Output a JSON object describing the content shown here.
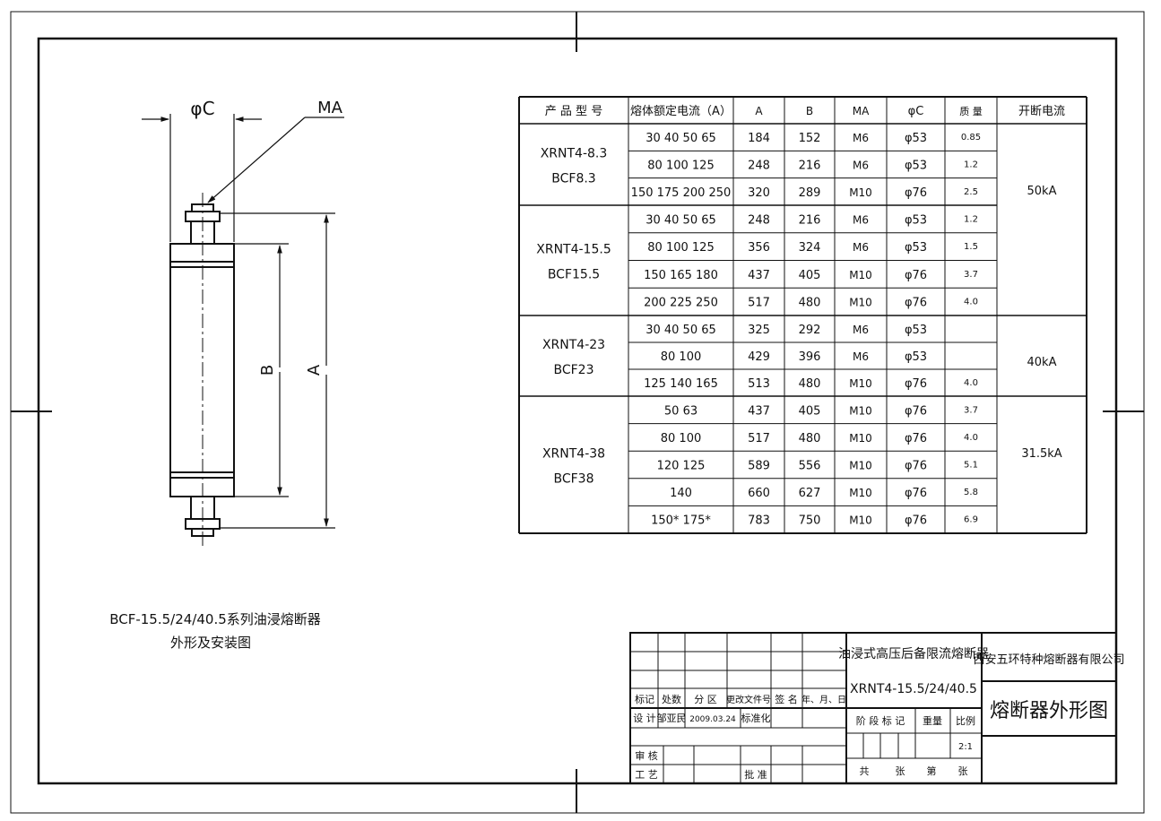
{
  "drawing": {
    "dim_phi_c": "φC",
    "dim_ma": "MA",
    "dim_b": "B",
    "dim_a": "A",
    "caption_line1": "BCF-15.5/24/40.5系列油浸熔断器",
    "caption_line2": "外形及安装图"
  },
  "spec_table": {
    "headers": [
      "产 品 型 号",
      "熔体额定电流（A）",
      "A",
      "B",
      "MA",
      "φC",
      "质 量",
      "开断电流"
    ],
    "groups": [
      {
        "model": [
          "XRNT4-8.3",
          "BCF8.3"
        ],
        "breaking": "50kA",
        "rows": [
          {
            "current": "30 40 50 65",
            "a": "184",
            "b": "152",
            "ma": "M6",
            "c": "φ53",
            "mass": "0.85"
          },
          {
            "current": "80 100 125",
            "a": "248",
            "b": "216",
            "ma": "M6",
            "c": "φ53",
            "mass": "1.2"
          },
          {
            "current": "150 175 200 250",
            "a": "320",
            "b": "289",
            "ma": "M10",
            "c": "φ76",
            "mass": "2.5"
          }
        ]
      },
      {
        "model": [
          "XRNT4-15.5",
          "BCF15.5"
        ],
        "breaking": "",
        "rows": [
          {
            "current": "30 40 50 65",
            "a": "248",
            "b": "216",
            "ma": "M6",
            "c": "φ53",
            "mass": "1.2"
          },
          {
            "current": "80 100 125",
            "a": "356",
            "b": "324",
            "ma": "M6",
            "c": "φ53",
            "mass": "1.5"
          },
          {
            "current": "150 165 180",
            "a": "437",
            "b": "405",
            "ma": "M10",
            "c": "φ76",
            "mass": "3.7"
          },
          {
            "current": "200 225 250",
            "a": "517",
            "b": "480",
            "ma": "M10",
            "c": "φ76",
            "mass": "4.0"
          }
        ]
      },
      {
        "model": [
          "XRNT4-23",
          "BCF23"
        ],
        "breaking": "40kA",
        "rows": [
          {
            "current": "30 40 50 65",
            "a": "325",
            "b": "292",
            "ma": "M6",
            "c": "φ53",
            "mass": ""
          },
          {
            "current": "80 100",
            "a": "429",
            "b": "396",
            "ma": "M6",
            "c": "φ53",
            "mass": ""
          },
          {
            "current": "125 140 165",
            "a": "513",
            "b": "480",
            "ma": "M10",
            "c": "φ76",
            "mass": "4.0"
          }
        ]
      },
      {
        "model": [
          "XRNT4-38",
          "BCF38"
        ],
        "breaking": "31.5kA",
        "rows": [
          {
            "current": "50 63",
            "a": "437",
            "b": "405",
            "ma": "M10",
            "c": "φ76",
            "mass": "3.7"
          },
          {
            "current": "80 100",
            "a": "517",
            "b": "480",
            "ma": "M10",
            "c": "φ76",
            "mass": "4.0"
          },
          {
            "current": "120 125",
            "a": "589",
            "b": "556",
            "ma": "M10",
            "c": "φ76",
            "mass": "5.1"
          },
          {
            "current": "140",
            "a": "660",
            "b": "627",
            "ma": "M10",
            "c": "φ76",
            "mass": "5.8"
          },
          {
            "current": "150* 175*",
            "a": "783",
            "b": "750",
            "ma": "M10",
            "c": "φ76",
            "mass": "6.9"
          }
        ]
      }
    ]
  },
  "title_block": {
    "product_name": "油浸式高压后备限流熔断器",
    "model": "XRNT4-15.5/24/40.5",
    "company": "西安五环特种熔断器有限公司",
    "drawing_title": "熔断器外形图",
    "rev_labels": [
      "标记",
      "处数",
      "分 区",
      "更改文件号",
      "签 名",
      "年、月、日"
    ],
    "design_label": "设 计",
    "designer": "邹亚民",
    "design_date": "2009.03.24",
    "standard_label": "标准化",
    "review_label": "审 核",
    "process_label": "工 艺",
    "approve_label": "批 准",
    "stage_label": "阶 段 标 记",
    "weight_label": "重量",
    "scale_label": "比例",
    "scale_value": "2:1",
    "sheet_total": "共",
    "sheet_word": "张",
    "sheet_no": "第",
    "sheet_word2": "张"
  }
}
